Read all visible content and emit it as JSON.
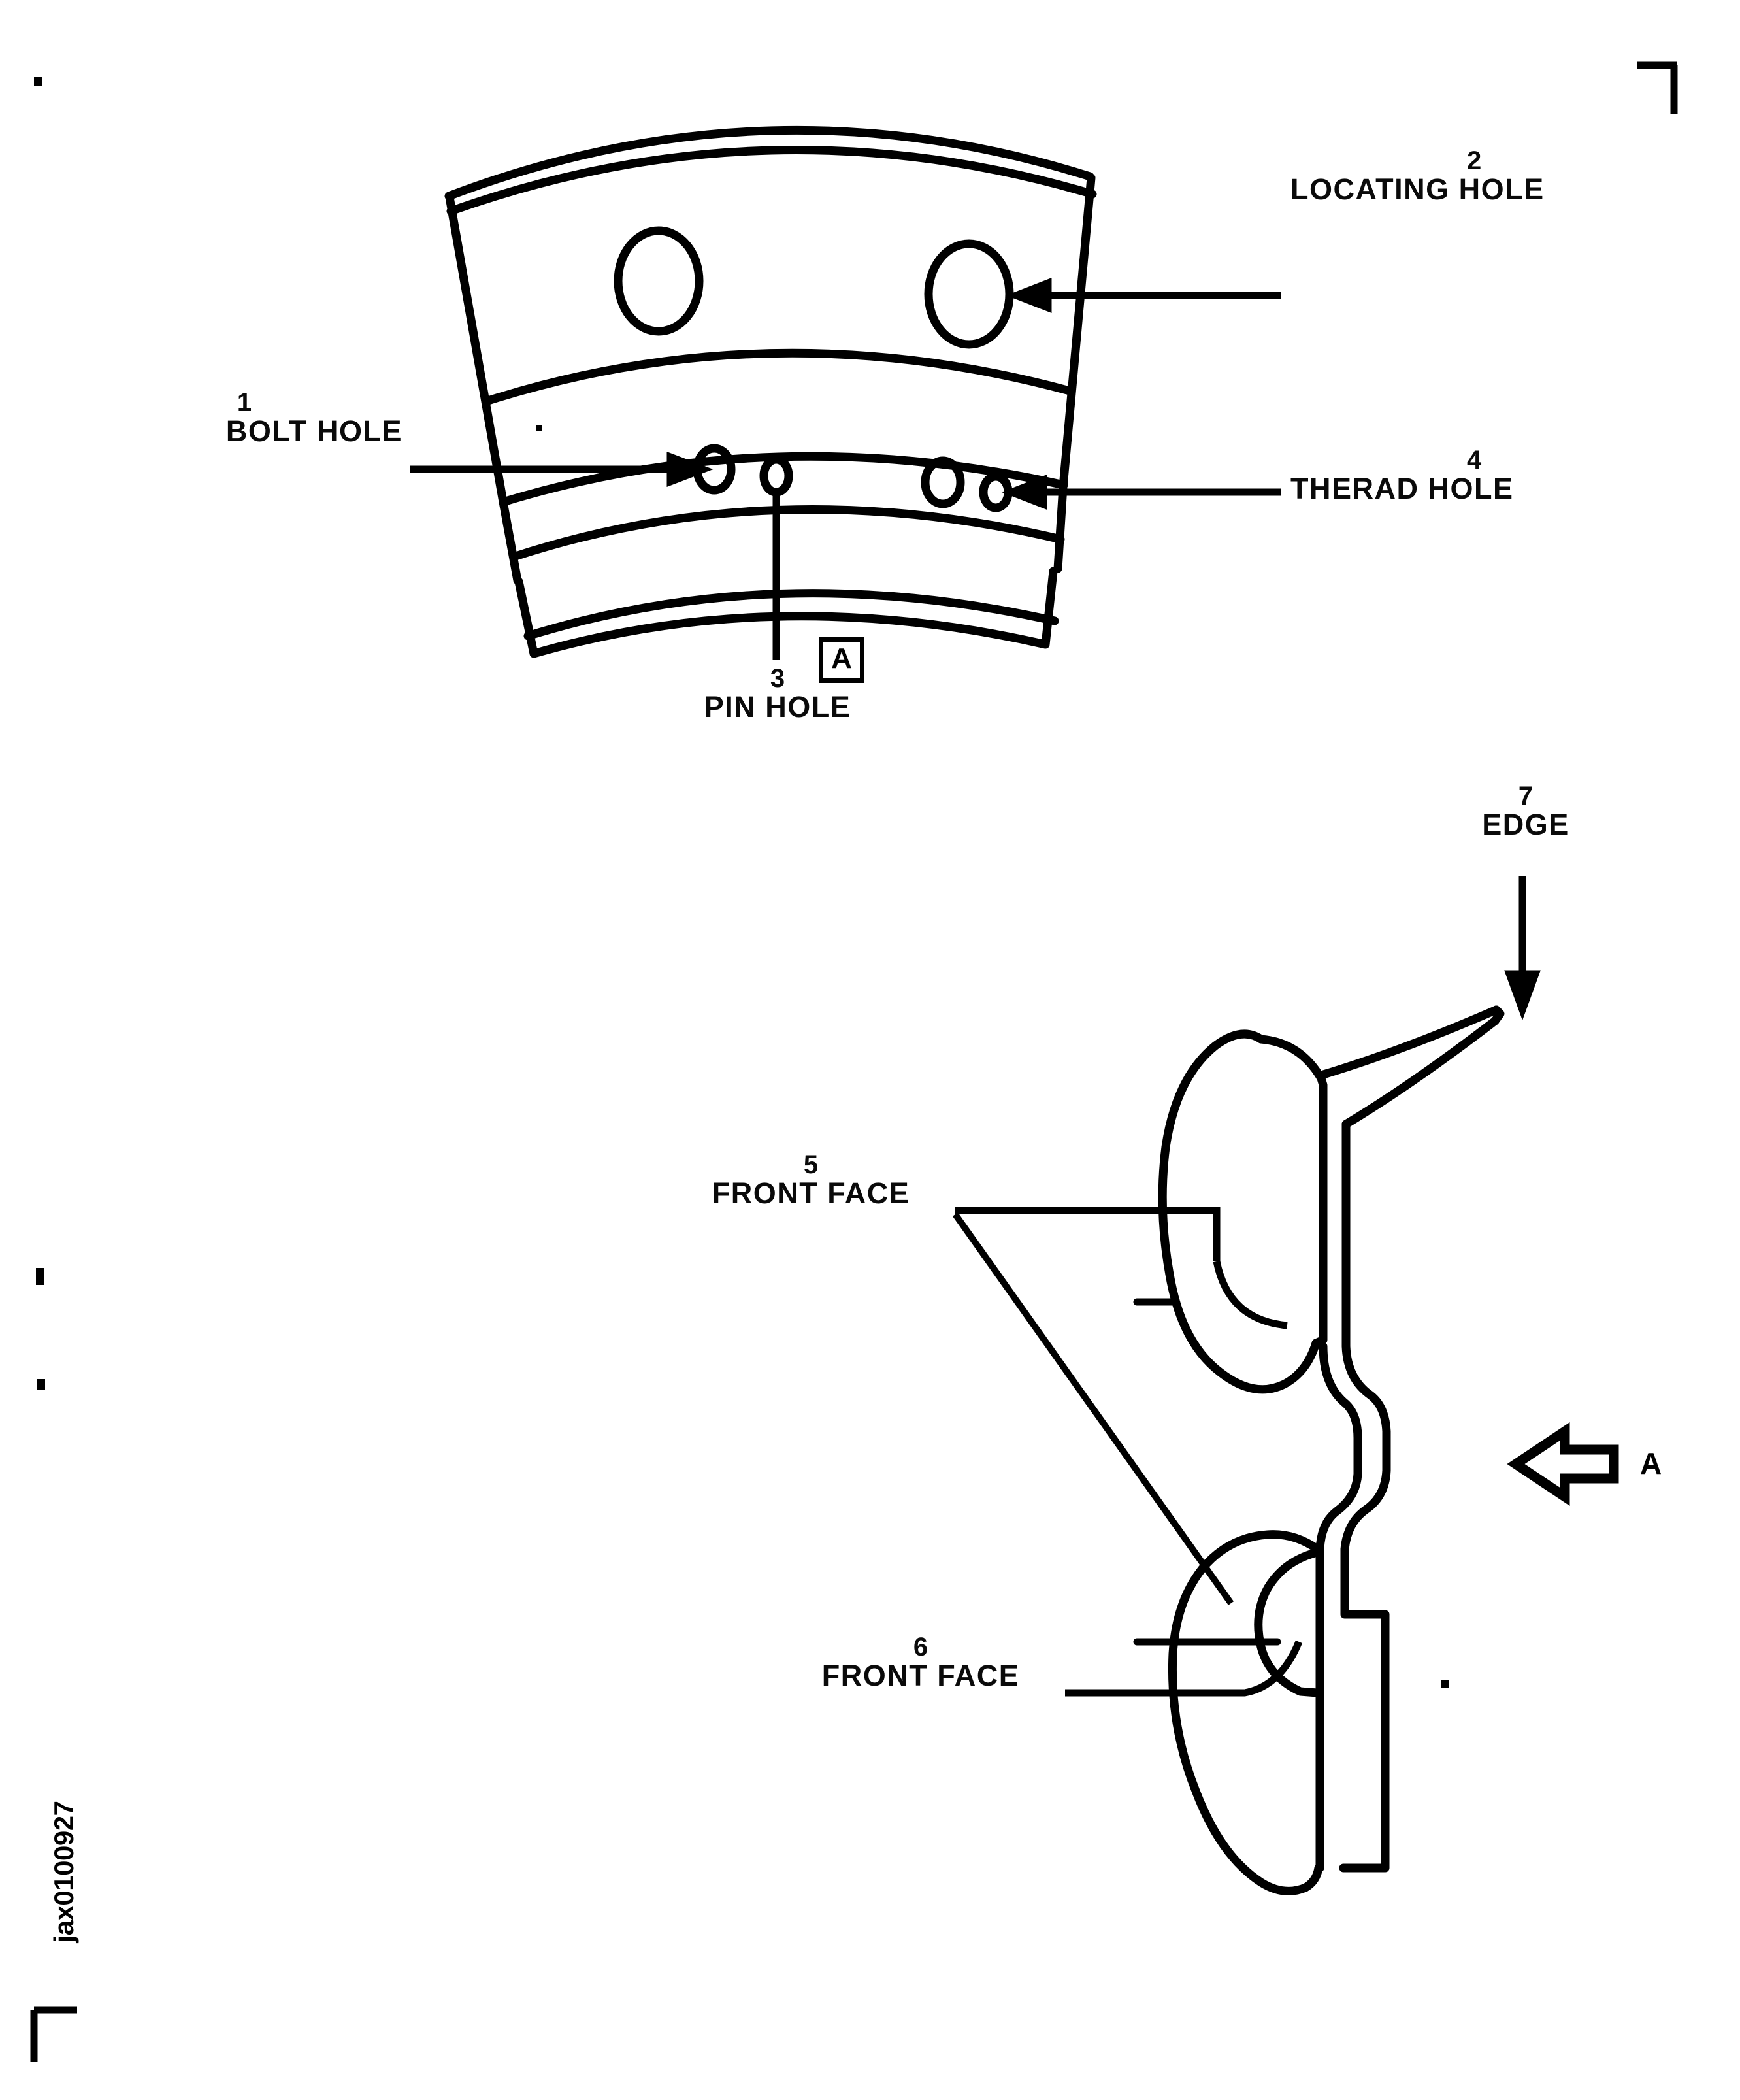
{
  "document": {
    "type": "technical-drawing",
    "figure_id": "jax0100927",
    "section_marker": "A",
    "view_arrow_letter": "A"
  },
  "callouts": [
    {
      "number": "1",
      "text": "BOLT HOLE",
      "align": "left",
      "view": "top"
    },
    {
      "number": "2",
      "text": "LOCATING HOLE",
      "align": "left",
      "view": "top"
    },
    {
      "number": "3",
      "text": "PIN HOLE",
      "align": "center",
      "view": "top"
    },
    {
      "number": "4",
      "text": "THERAD HOLE",
      "align": "left",
      "view": "top"
    },
    {
      "number": "5",
      "text": "FRONT FACE",
      "align": "left",
      "view": "section"
    },
    {
      "number": "6",
      "text": "FRONT FACE",
      "align": "left",
      "view": "section"
    },
    {
      "number": "7",
      "text": "EDGE",
      "align": "center",
      "view": "section"
    }
  ],
  "colors": {
    "ink": "#000000",
    "paper": "#ffffff"
  }
}
